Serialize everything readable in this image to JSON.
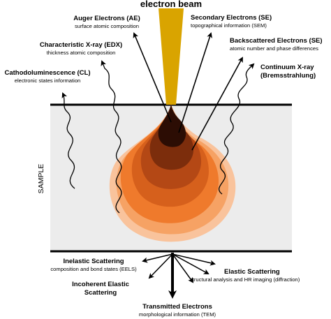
{
  "colors": {
    "beam": "#d9a400",
    "sample_fill": "#ececec",
    "sample_border": "#000000",
    "volume_outer": "#f9c39c",
    "volume_2": "#f6a264",
    "volume_3": "#ef7a2c",
    "volume_4": "#d6601c",
    "volume_5": "#b44815",
    "volume_6": "#7c2d0c",
    "volume_core": "#2c0d04"
  },
  "beam": {
    "label": "electron beam"
  },
  "sample": {
    "label": "SAMPLE"
  },
  "signals": {
    "ae": {
      "title": "Auger Electrons (AE)",
      "desc": "surface atomic composition"
    },
    "se": {
      "title": "Secondary Electrons (SE)",
      "desc": "topographical information (SEM)"
    },
    "edx": {
      "title": "Characteristic X-ray (EDX)",
      "desc": "thickness atomic composition"
    },
    "bse": {
      "title": "Backscattered Electrons (SE)",
      "desc": "atomic number and phase differences"
    },
    "cl": {
      "title": "Cathodoluminescence (CL)",
      "desc": "electronic states information"
    },
    "cont": {
      "title": "Continuum X-ray",
      "desc": "(Bremsstrahlung)"
    },
    "inel": {
      "title": "Inelastic Scattering",
      "desc": "composition and bond states (EELS)"
    },
    "incoh": {
      "title": "Incoherent Elastic",
      "desc": "Scattering"
    },
    "elas": {
      "title": "Elastic Scattering",
      "desc": "structural analysis and HR imaging (diffraction)"
    },
    "tem": {
      "title": "Transmitted Electrons",
      "desc": "morphological information (TEM)"
    }
  },
  "icons": {
    "arrow": "arrowhead",
    "wavy": "photon-wave"
  }
}
